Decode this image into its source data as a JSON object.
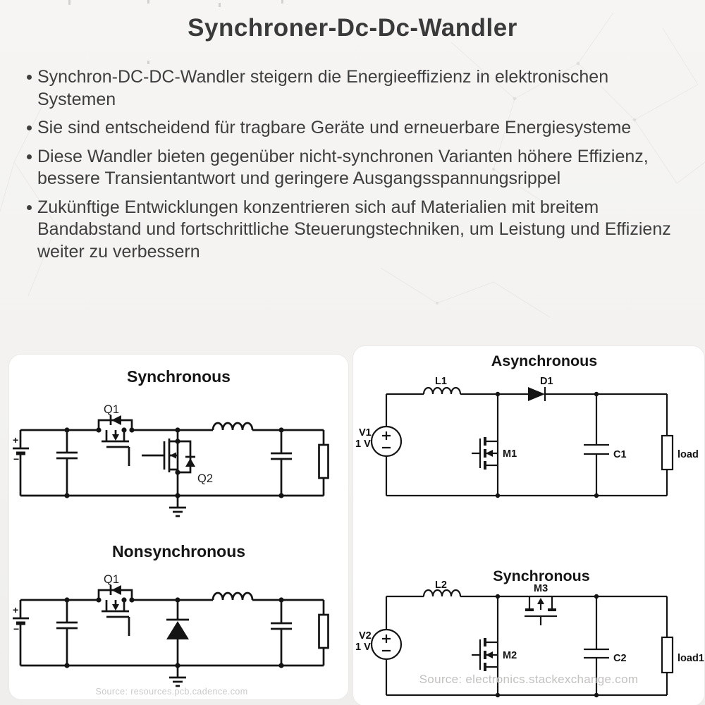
{
  "page": {
    "title": "Synchroner-Dc-Dc-Wandler",
    "bullets": [
      "Synchron-DC-DC-Wandler steigern die Energieeffizienz in elektronischen Systemen",
      "Sie sind entscheidend für tragbare Geräte und erneuerbare Energiesysteme",
      "Diese Wandler bieten gegenüber nicht-synchronen Varianten höhere Effizienz, bessere Transientantwort und geringere Ausgangsspannungsrippel",
      "Zukünftige Entwicklungen konzentrieren sich auf Materialien mit breitem Bandabstand und fortschrittliche Steuerungstechniken, um Leistung und Effizienz weiter zu verbessern"
    ]
  },
  "panels": {
    "left": {
      "circuit1_title": "Synchronous",
      "circuit2_title": "Nonsynchronous",
      "source": "Source: resources.pcb.cadence.com",
      "c1": {
        "q1": "Q1",
        "q2": "Q2",
        "plus": "+",
        "minus": "−"
      },
      "c2": {
        "q1": "Q1",
        "plus": "+",
        "minus": "−"
      }
    },
    "right": {
      "circuit1_title": "Asynchronous",
      "circuit2_title": "Synchronous",
      "source": "Source: electronics.stackexchange.com",
      "c1": {
        "v": "V1",
        "vval": "1 V",
        "l": "L1",
        "d": "D1",
        "m": "M1",
        "c": "C1",
        "load": "load"
      },
      "c2": {
        "v": "V2",
        "vval": "1 V",
        "l": "L2",
        "m_low": "M2",
        "m_high": "M3",
        "c": "C2",
        "load": "load1"
      }
    }
  },
  "colors": {
    "text": "#3e3e3e",
    "circuit": "#141414",
    "source_text": "#c6c6c6",
    "card_bg": "#ffffff",
    "page_bg": "#f3f2f0"
  }
}
